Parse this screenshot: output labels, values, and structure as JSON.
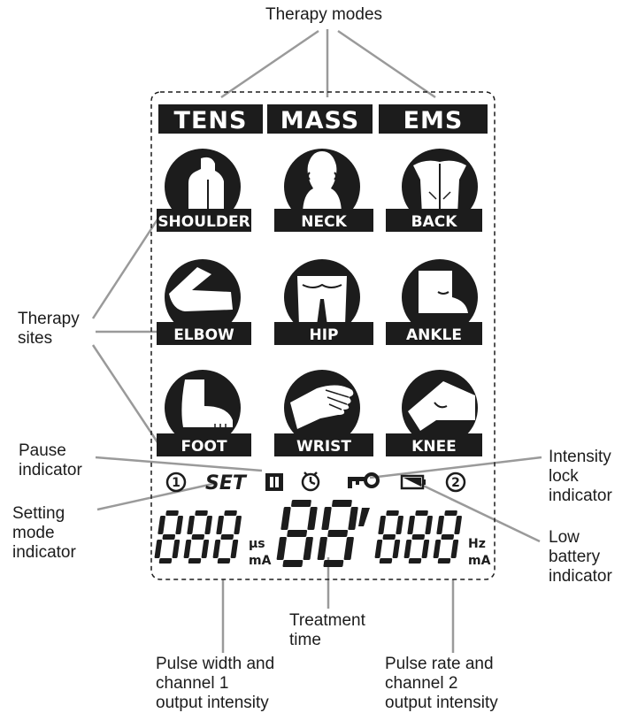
{
  "callouts": {
    "therapy_modes": "Therapy modes",
    "therapy_sites": "Therapy\nsites",
    "pause_indicator": "Pause\nindicator",
    "setting_mode_indicator": "Setting\nmode\nindicator",
    "intensity_lock_indicator": "Intensity\nlock\nindicator",
    "low_battery_indicator": "Low\nbattery\nindicator",
    "treatment_time": "Treatment\ntime",
    "pulse_width_ch1": "Pulse width and\nchannel 1\noutput intensity",
    "pulse_rate_ch2": "Pulse rate and\nchannel 2\noutput intensity"
  },
  "modes": [
    "TENS",
    "MASS",
    "EMS"
  ],
  "sites": [
    {
      "label": "SHOULDER",
      "icon": "shoulder-icon"
    },
    {
      "label": "NECK",
      "icon": "neck-icon"
    },
    {
      "label": "BACK",
      "icon": "back-icon"
    },
    {
      "label": "ELBOW",
      "icon": "elbow-icon"
    },
    {
      "label": "HIP",
      "icon": "hip-icon"
    },
    {
      "label": "ANKLE",
      "icon": "ankle-icon"
    },
    {
      "label": "FOOT",
      "icon": "foot-icon"
    },
    {
      "label": "WRIST",
      "icon": "wrist-icon"
    },
    {
      "label": "KNEE",
      "icon": "knee-icon"
    }
  ],
  "indicators": {
    "channel1": "1",
    "set": "SET",
    "pause": "pause-icon",
    "timer": "timer-icon",
    "key": "key-icon",
    "battery": "battery-icon",
    "channel2": "2"
  },
  "display": {
    "left_digits": "888",
    "left_unit_top": "µs",
    "left_unit_bottom": "mA",
    "center_digits": "88",
    "center_mark": "’",
    "right_digits": "888",
    "right_unit_top": "Hz",
    "right_unit_bottom": "mA"
  },
  "colors": {
    "ink": "#1c1c1c",
    "leader": "#9a9a9a",
    "background": "#ffffff"
  }
}
